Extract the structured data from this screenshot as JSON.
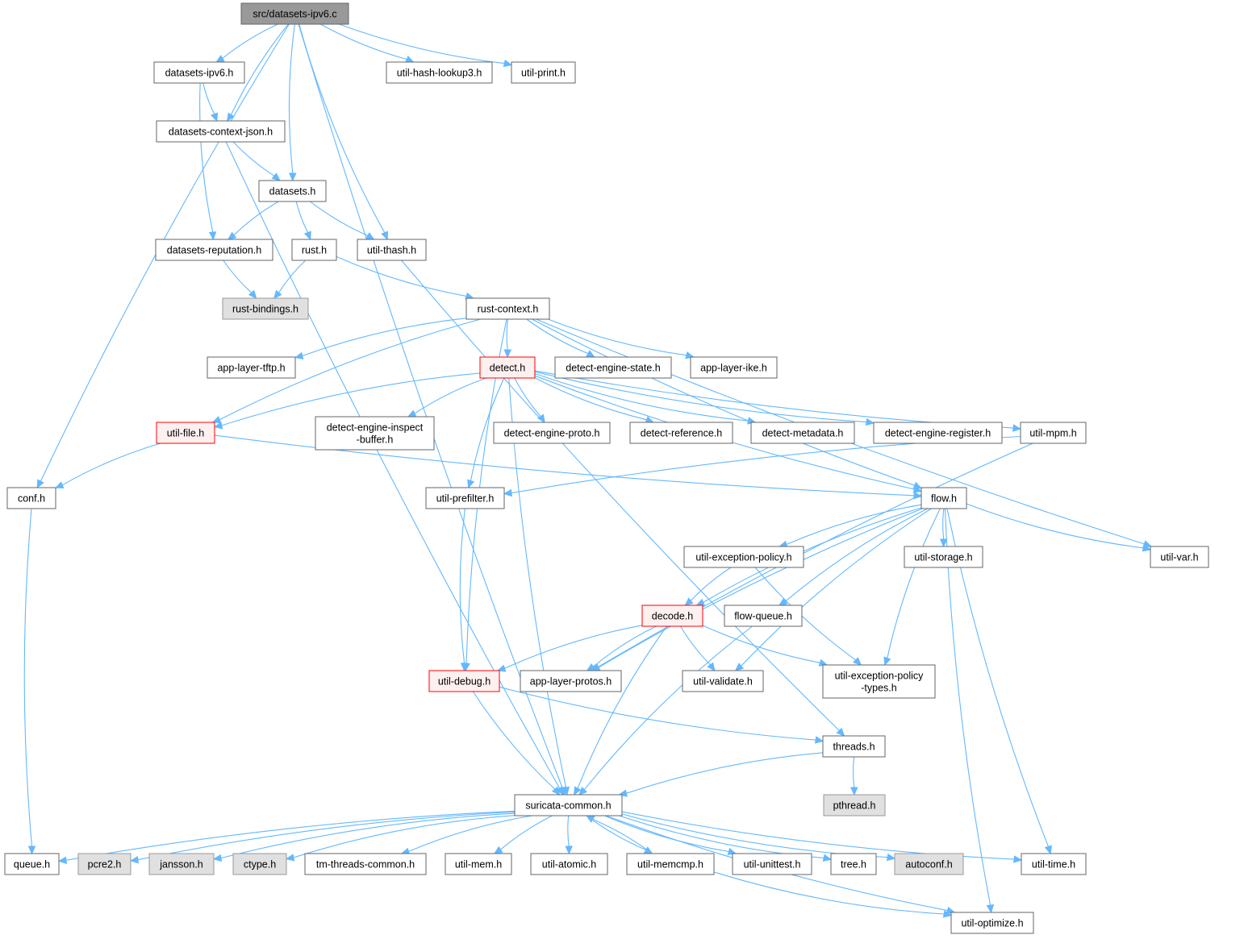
{
  "colors": {
    "edge": "#63b8ff",
    "root_fill": "#999999",
    "normal_fill": "#ffffff",
    "missing_fill": "#e0e0e0",
    "missing_stroke": "#999999",
    "truncated_fill": "#fff0f0",
    "truncated_stroke": "#ff0000",
    "border": "#666666"
  },
  "nodes": [
    {
      "id": "root",
      "label": [
        "src/datasets-ipv6.c"
      ],
      "style": "root"
    },
    {
      "id": "ds_ipv6",
      "label": [
        "datasets-ipv6.h"
      ],
      "style": "normal"
    },
    {
      "id": "uhl3",
      "label": [
        "util-hash-lookup3.h"
      ],
      "style": "normal"
    },
    {
      "id": "uprint",
      "label": [
        "util-print.h"
      ],
      "style": "normal"
    },
    {
      "id": "dcj",
      "label": [
        "datasets-context-json.h"
      ],
      "style": "normal"
    },
    {
      "id": "datasets",
      "label": [
        "datasets.h"
      ],
      "style": "normal"
    },
    {
      "id": "dsrep",
      "label": [
        "datasets-reputation.h"
      ],
      "style": "normal"
    },
    {
      "id": "rust",
      "label": [
        "rust.h"
      ],
      "style": "normal"
    },
    {
      "id": "uthash",
      "label": [
        "util-thash.h"
      ],
      "style": "normal"
    },
    {
      "id": "rustbind",
      "label": [
        "rust-bindings.h"
      ],
      "style": "missing"
    },
    {
      "id": "rustctx",
      "label": [
        "rust-context.h"
      ],
      "style": "normal"
    },
    {
      "id": "altftp",
      "label": [
        "app-layer-tftp.h"
      ],
      "style": "normal"
    },
    {
      "id": "detect",
      "label": [
        "detect.h"
      ],
      "style": "truncated"
    },
    {
      "id": "des",
      "label": [
        "detect-engine-state.h"
      ],
      "style": "normal"
    },
    {
      "id": "alike",
      "label": [
        "app-layer-ike.h"
      ],
      "style": "normal"
    },
    {
      "id": "ufile",
      "label": [
        "util-file.h"
      ],
      "style": "truncated"
    },
    {
      "id": "deib",
      "label": [
        "detect-engine-inspect",
        "-buffer.h"
      ],
      "style": "normal"
    },
    {
      "id": "dep",
      "label": [
        "detect-engine-proto.h"
      ],
      "style": "normal"
    },
    {
      "id": "dref",
      "label": [
        "detect-reference.h"
      ],
      "style": "normal"
    },
    {
      "id": "dmeta",
      "label": [
        "detect-metadata.h"
      ],
      "style": "normal"
    },
    {
      "id": "dreg",
      "label": [
        "detect-engine-register.h"
      ],
      "style": "normal"
    },
    {
      "id": "umpm",
      "label": [
        "util-mpm.h"
      ],
      "style": "normal"
    },
    {
      "id": "conf",
      "label": [
        "conf.h"
      ],
      "style": "normal"
    },
    {
      "id": "upref",
      "label": [
        "util-prefilter.h"
      ],
      "style": "normal"
    },
    {
      "id": "flow",
      "label": [
        "flow.h"
      ],
      "style": "normal"
    },
    {
      "id": "uexc",
      "label": [
        "util-exception-policy.h"
      ],
      "style": "normal"
    },
    {
      "id": "ustor",
      "label": [
        "util-storage.h"
      ],
      "style": "normal"
    },
    {
      "id": "uvar",
      "label": [
        "util-var.h"
      ],
      "style": "normal"
    },
    {
      "id": "decode",
      "label": [
        "decode.h"
      ],
      "style": "truncated"
    },
    {
      "id": "fq",
      "label": [
        "flow-queue.h"
      ],
      "style": "normal"
    },
    {
      "id": "udebug",
      "label": [
        "util-debug.h"
      ],
      "style": "truncated"
    },
    {
      "id": "alp",
      "label": [
        "app-layer-protos.h"
      ],
      "style": "normal"
    },
    {
      "id": "uvalid",
      "label": [
        "util-validate.h"
      ],
      "style": "normal"
    },
    {
      "id": "uept",
      "label": [
        "util-exception-policy",
        "-types.h"
      ],
      "style": "normal"
    },
    {
      "id": "threads",
      "label": [
        "threads.h"
      ],
      "style": "normal"
    },
    {
      "id": "pthread",
      "label": [
        "pthread.h"
      ],
      "style": "missing"
    },
    {
      "id": "sc",
      "label": [
        "suricata-common.h"
      ],
      "style": "normal"
    },
    {
      "id": "queue",
      "label": [
        "queue.h"
      ],
      "style": "normal"
    },
    {
      "id": "pcre2",
      "label": [
        "pcre2.h"
      ],
      "style": "missing"
    },
    {
      "id": "jansson",
      "label": [
        "jansson.h"
      ],
      "style": "missing"
    },
    {
      "id": "ctype",
      "label": [
        "ctype.h"
      ],
      "style": "missing"
    },
    {
      "id": "tmtc",
      "label": [
        "tm-threads-common.h"
      ],
      "style": "normal"
    },
    {
      "id": "umem",
      "label": [
        "util-mem.h"
      ],
      "style": "normal"
    },
    {
      "id": "uatomic",
      "label": [
        "util-atomic.h"
      ],
      "style": "normal"
    },
    {
      "id": "umemcmp",
      "label": [
        "util-memcmp.h"
      ],
      "style": "normal"
    },
    {
      "id": "uunit",
      "label": [
        "util-unittest.h"
      ],
      "style": "normal"
    },
    {
      "id": "tree",
      "label": [
        "tree.h"
      ],
      "style": "normal"
    },
    {
      "id": "autoconf",
      "label": [
        "autoconf.h"
      ],
      "style": "missing"
    },
    {
      "id": "utime",
      "label": [
        "util-time.h"
      ],
      "style": "normal"
    },
    {
      "id": "uopt",
      "label": [
        "util-optimize.h"
      ],
      "style": "normal"
    }
  ],
  "edges": [
    [
      "root",
      "ds_ipv6"
    ],
    [
      "root",
      "dcj"
    ],
    [
      "root",
      "datasets"
    ],
    [
      "root",
      "uthash"
    ],
    [
      "root",
      "uhl3"
    ],
    [
      "root",
      "uprint"
    ],
    [
      "root",
      "conf"
    ],
    [
      "root",
      "sc"
    ],
    [
      "ds_ipv6",
      "dcj"
    ],
    [
      "ds_ipv6",
      "dsrep"
    ],
    [
      "dcj",
      "datasets"
    ],
    [
      "dcj",
      "sc"
    ],
    [
      "datasets",
      "dsrep"
    ],
    [
      "datasets",
      "rust"
    ],
    [
      "datasets",
      "uthash"
    ],
    [
      "dsrep",
      "rustbind"
    ],
    [
      "rust",
      "rustbind"
    ],
    [
      "rust",
      "rustctx"
    ],
    [
      "uthash",
      "threads"
    ],
    [
      "rustctx",
      "altftp"
    ],
    [
      "rustctx",
      "detect"
    ],
    [
      "rustctx",
      "des"
    ],
    [
      "rustctx",
      "alike"
    ],
    [
      "rustctx",
      "ufile"
    ],
    [
      "rustctx",
      "udebug"
    ],
    [
      "rustctx",
      "flow"
    ],
    [
      "rustctx",
      "uvar"
    ],
    [
      "detect",
      "ufile"
    ],
    [
      "detect",
      "deib"
    ],
    [
      "detect",
      "dep"
    ],
    [
      "detect",
      "dref"
    ],
    [
      "detect",
      "dmeta"
    ],
    [
      "detect",
      "dreg"
    ],
    [
      "detect",
      "umpm"
    ],
    [
      "detect",
      "upref"
    ],
    [
      "detect",
      "flow"
    ],
    [
      "detect",
      "sc"
    ],
    [
      "ufile",
      "conf"
    ],
    [
      "ufile",
      "flow"
    ],
    [
      "umpm",
      "upref"
    ],
    [
      "umpm",
      "alp"
    ],
    [
      "conf",
      "queue"
    ],
    [
      "upref",
      "udebug"
    ],
    [
      "flow",
      "decode"
    ],
    [
      "flow",
      "uexc"
    ],
    [
      "flow",
      "ustor"
    ],
    [
      "flow",
      "uvar"
    ],
    [
      "flow",
      "fq"
    ],
    [
      "flow",
      "alp"
    ],
    [
      "flow",
      "uvalid"
    ],
    [
      "flow",
      "uept"
    ],
    [
      "flow",
      "utime"
    ],
    [
      "flow",
      "uopt"
    ],
    [
      "uexc",
      "decode"
    ],
    [
      "uexc",
      "uept"
    ],
    [
      "decode",
      "udebug"
    ],
    [
      "decode",
      "alp"
    ],
    [
      "decode",
      "uvalid"
    ],
    [
      "decode",
      "uept"
    ],
    [
      "decode",
      "sc"
    ],
    [
      "fq",
      "sc"
    ],
    [
      "udebug",
      "threads"
    ],
    [
      "udebug",
      "sc"
    ],
    [
      "threads",
      "pthread"
    ],
    [
      "threads",
      "sc"
    ],
    [
      "sc",
      "queue"
    ],
    [
      "sc",
      "pcre2"
    ],
    [
      "sc",
      "jansson"
    ],
    [
      "sc",
      "ctype"
    ],
    [
      "sc",
      "tmtc"
    ],
    [
      "sc",
      "umem"
    ],
    [
      "sc",
      "uatomic"
    ],
    [
      "sc",
      "umemcmp"
    ],
    [
      "sc",
      "uunit"
    ],
    [
      "sc",
      "tree"
    ],
    [
      "sc",
      "autoconf"
    ],
    [
      "sc",
      "utime"
    ],
    [
      "sc",
      "uopt"
    ],
    [
      "umemcmp",
      "sc"
    ],
    [
      "umemcmp",
      "uopt"
    ]
  ]
}
